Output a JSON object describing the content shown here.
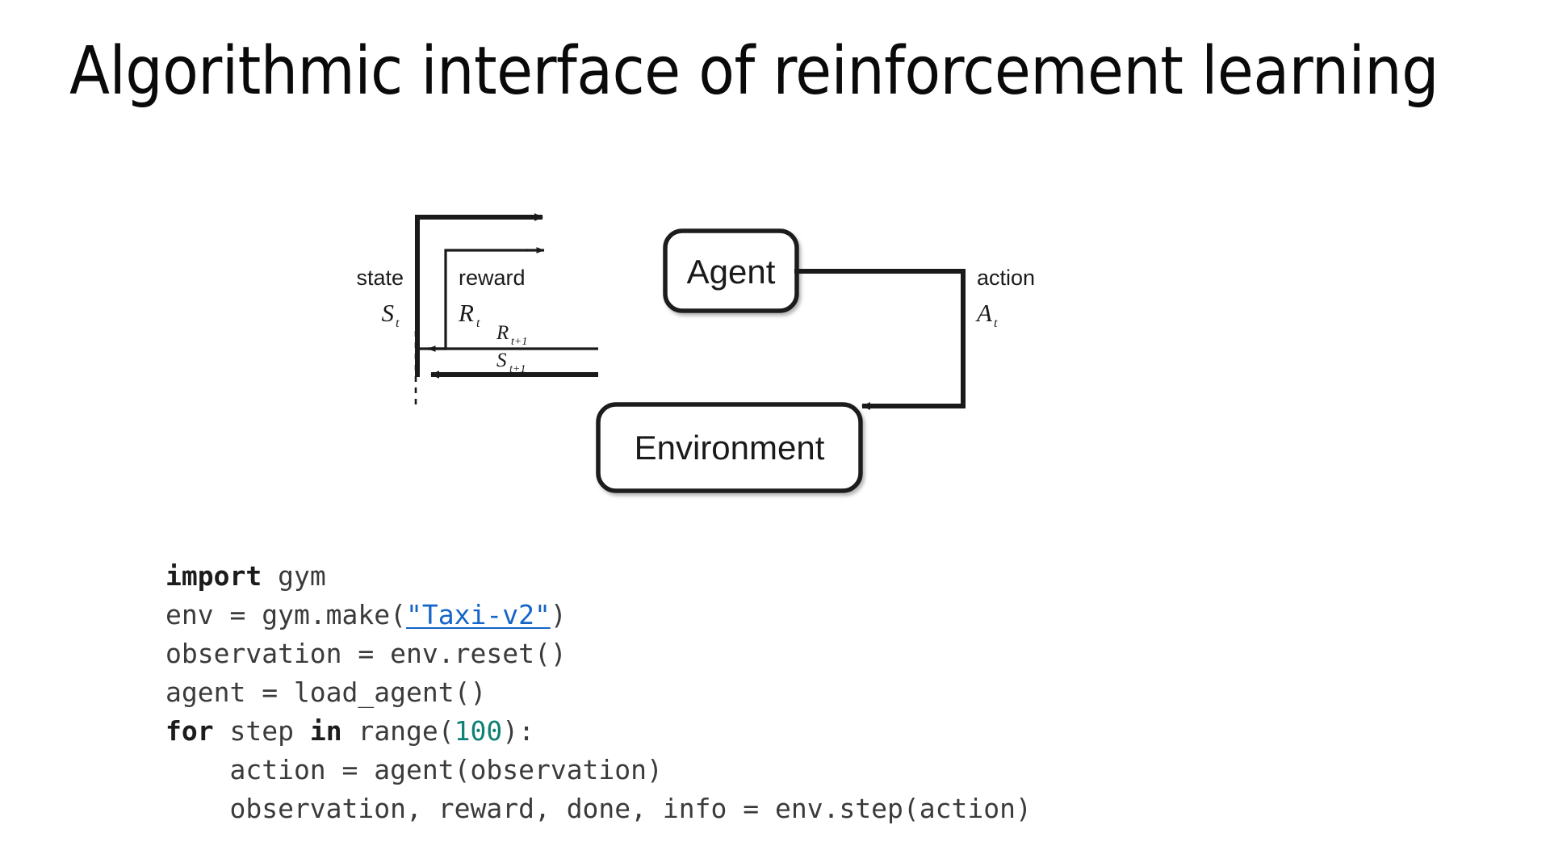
{
  "slide": {
    "title": "Algorithmic interface of reinforcement learning",
    "background_color": "#ffffff"
  },
  "diagram": {
    "name": "agent-environment-interaction-loop",
    "nodes": [
      {
        "id": "agent",
        "label": "Agent"
      },
      {
        "id": "environment",
        "label": "Environment"
      }
    ],
    "edge_labels": {
      "state_word": "state",
      "state_symbol": "S",
      "state_subscript": "t",
      "reward_word": "reward",
      "reward_symbol": "R",
      "reward_subscript": "t",
      "action_word": "action",
      "action_symbol": "A",
      "action_subscript": "t",
      "next_reward_symbol": "R",
      "next_reward_subscript": "t+1",
      "next_state_symbol": "S",
      "next_state_subscript": "t+1"
    },
    "stroke_color": "#1a1a1a",
    "box_fill": "#ffffff"
  },
  "code": {
    "language": "python",
    "link_color": "#1565c8",
    "number_color": "#0e8174",
    "text_color": "#3b3b3b",
    "lines": [
      {
        "id": "line-1",
        "tokens": [
          {
            "t": "import",
            "k": "kw"
          },
          {
            "t": " gym",
            "k": "plain"
          }
        ]
      },
      {
        "id": "line-2",
        "tokens": [
          {
            "t": "env = gym.make(",
            "k": "plain"
          },
          {
            "t": "\"Taxi-v2\"",
            "k": "lnk"
          },
          {
            "t": ")",
            "k": "plain"
          }
        ]
      },
      {
        "id": "line-3",
        "tokens": [
          {
            "t": "observation = env.reset()",
            "k": "plain"
          }
        ]
      },
      {
        "id": "line-4",
        "tokens": [
          {
            "t": "agent = load_agent()",
            "k": "plain"
          }
        ]
      },
      {
        "id": "line-5",
        "tokens": [
          {
            "t": "for",
            "k": "kw"
          },
          {
            "t": " step ",
            "k": "plain"
          },
          {
            "t": "in",
            "k": "kw"
          },
          {
            "t": " range(",
            "k": "plain"
          },
          {
            "t": "100",
            "k": "num"
          },
          {
            "t": "):",
            "k": "plain"
          }
        ]
      },
      {
        "id": "line-6",
        "tokens": [
          {
            "t": "    action = agent(observation)",
            "k": "plain"
          }
        ]
      },
      {
        "id": "line-7",
        "tokens": [
          {
            "t": "    observation, reward, done, info = env.step(action)",
            "k": "plain"
          }
        ]
      }
    ]
  }
}
